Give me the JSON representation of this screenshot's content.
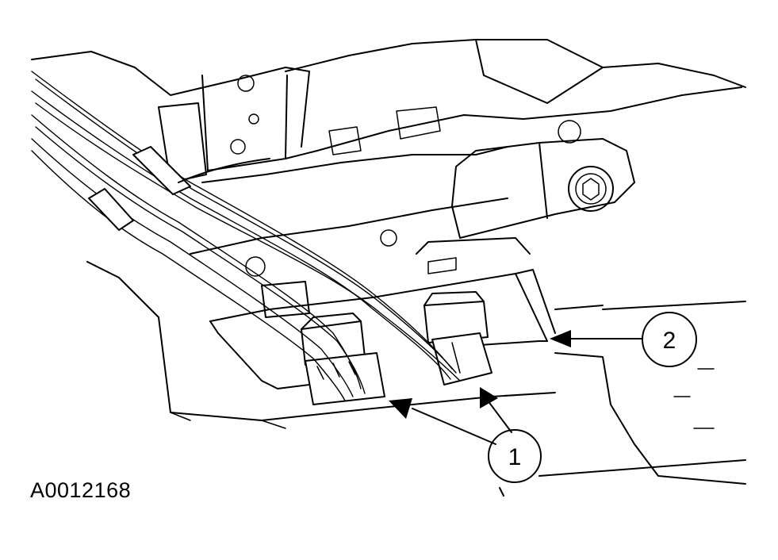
{
  "figure": {
    "id_text": "A0012168",
    "ink_color": "#000000",
    "background_color": "#ffffff"
  },
  "callouts": [
    {
      "label": "1"
    },
    {
      "label": "2"
    }
  ]
}
